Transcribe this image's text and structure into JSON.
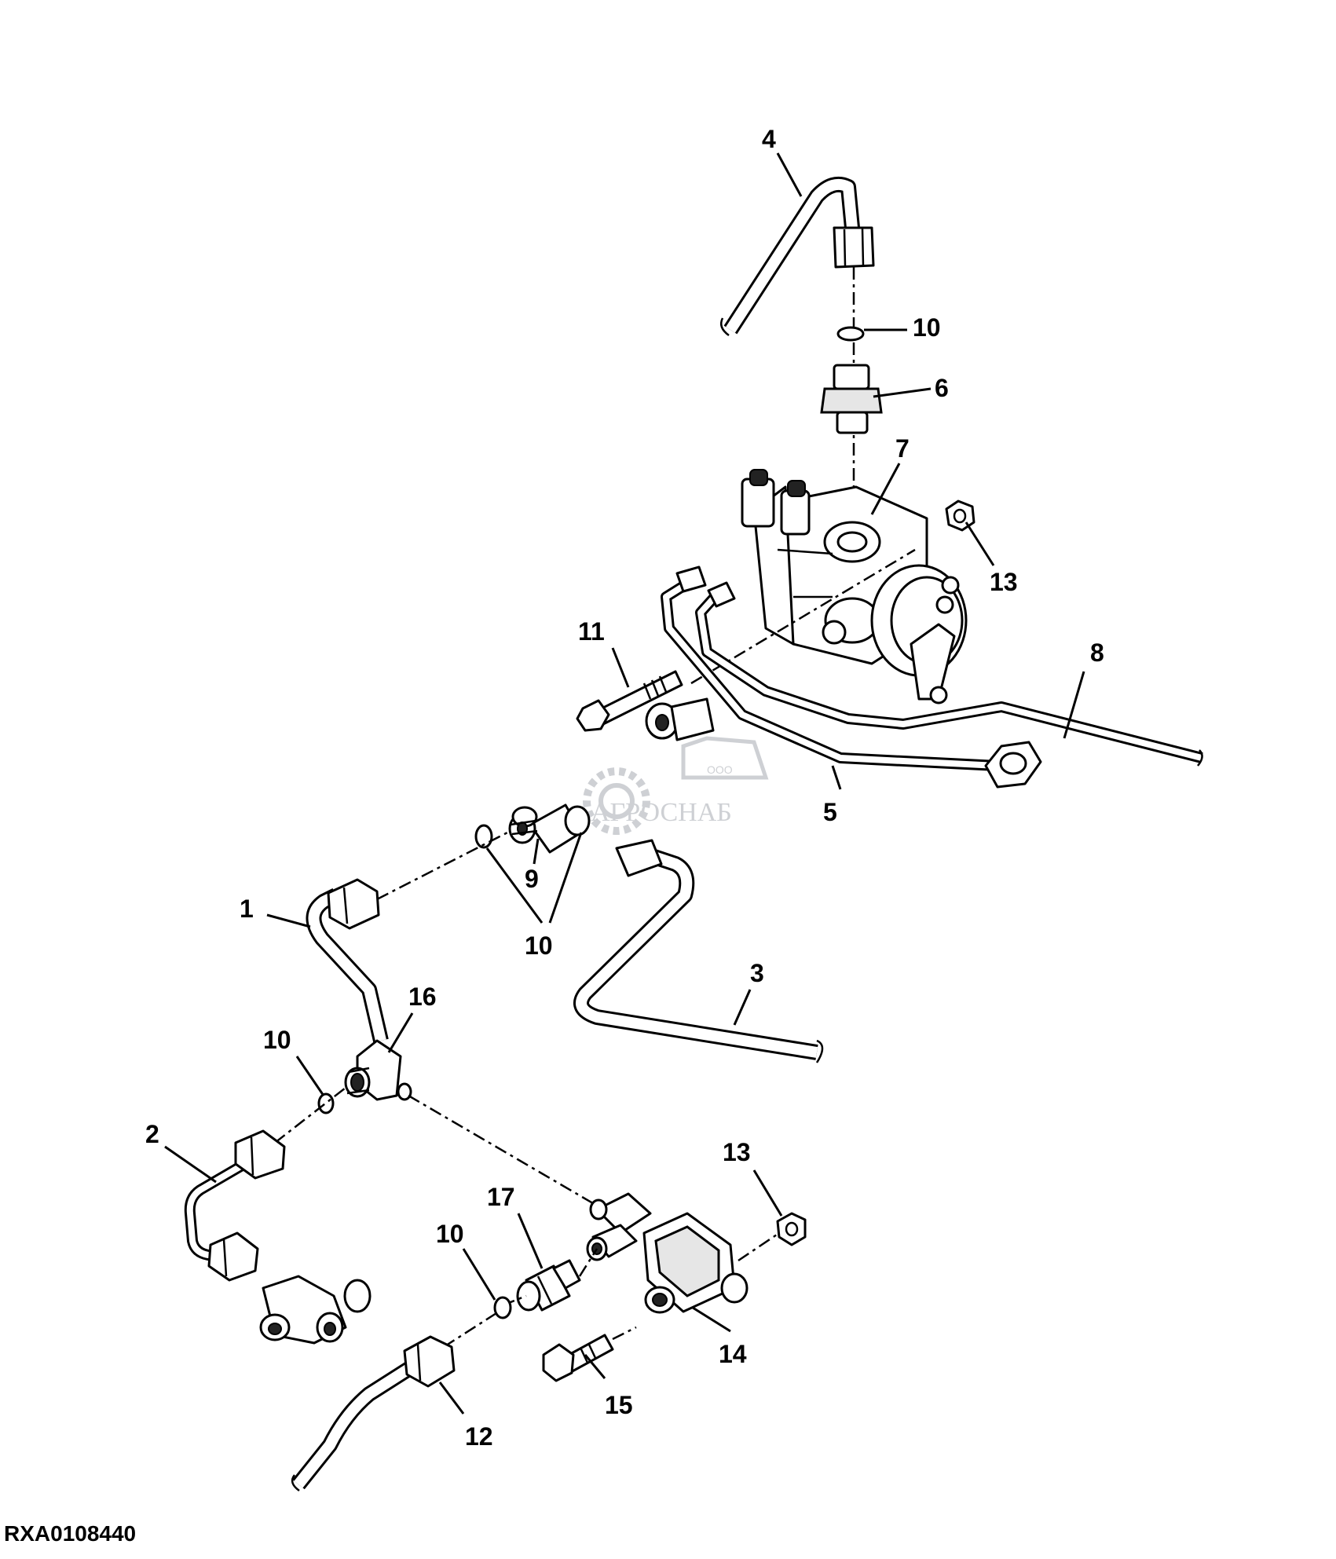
{
  "diagram": {
    "figure_id": "RXA0108440",
    "watermark": {
      "company_prefix": "ООО",
      "company_name": "АГРОСНАБ"
    },
    "callouts": [
      {
        "id": "c4",
        "label": "4"
      },
      {
        "id": "c10a",
        "label": "10"
      },
      {
        "id": "c6",
        "label": "6"
      },
      {
        "id": "c7",
        "label": "7"
      },
      {
        "id": "c13a",
        "label": "13"
      },
      {
        "id": "c11",
        "label": "11"
      },
      {
        "id": "c8",
        "label": "8"
      },
      {
        "id": "c5",
        "label": "5"
      },
      {
        "id": "c9",
        "label": "9"
      },
      {
        "id": "c10b",
        "label": "10"
      },
      {
        "id": "c1",
        "label": "1"
      },
      {
        "id": "c3",
        "label": "3"
      },
      {
        "id": "c16",
        "label": "16"
      },
      {
        "id": "c10c",
        "label": "10"
      },
      {
        "id": "c2",
        "label": "2"
      },
      {
        "id": "c13b",
        "label": "13"
      },
      {
        "id": "c17",
        "label": "17"
      },
      {
        "id": "c10d",
        "label": "10"
      },
      {
        "id": "c14",
        "label": "14"
      },
      {
        "id": "c12",
        "label": "12"
      },
      {
        "id": "c15",
        "label": "15"
      }
    ]
  }
}
